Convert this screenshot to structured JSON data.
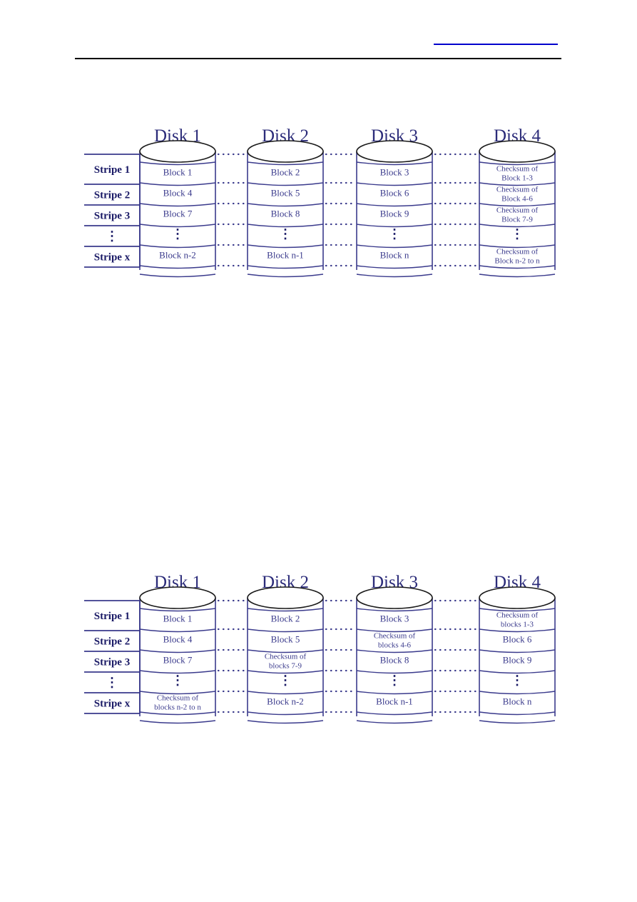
{
  "page": {
    "background": "#ffffff",
    "accent_blue": "#0000cc",
    "diagram_ink": "#3a3a8c",
    "title_ink": "#2c2c7a"
  },
  "header": {
    "link_underline_color": "#0000cc",
    "rule_color": "#000000"
  },
  "figures": [
    {
      "id": "raid4-dedicated-parity",
      "stripe_labels": [
        "Stripe 1",
        "Stripe 2",
        "Stripe 3",
        "⋮",
        "Stripe x"
      ],
      "disks": [
        {
          "title": "Disk 1",
          "blocks": [
            "Block 1",
            "Block 4",
            "Block 7",
            "⋮",
            "Block n-2"
          ]
        },
        {
          "title": "Disk 2",
          "blocks": [
            "Block 2",
            "Block 5",
            "Block 8",
            "⋮",
            "Block n-1"
          ]
        },
        {
          "title": "Disk 3",
          "blocks": [
            "Block 3",
            "Block 6",
            "Block 9",
            "⋮",
            "Block n"
          ]
        },
        {
          "title": "Disk 4",
          "blocks": [
            "Checksum of|Block 1-3",
            "Checksum of|Block 4-6",
            "Checksum of|Block 7-9",
            "⋮",
            "Checksum of|Block n-2 to n"
          ]
        }
      ]
    },
    {
      "id": "raid5-distributed-parity",
      "stripe_labels": [
        "Stripe 1",
        "Stripe 2",
        "Stripe 3",
        "⋮",
        "Stripe x"
      ],
      "disks": [
        {
          "title": "Disk 1",
          "blocks": [
            "Block 1",
            "Block 4",
            "Block 7",
            "⋮",
            "Checksum of|blocks n-2 to n"
          ]
        },
        {
          "title": "Disk 2",
          "blocks": [
            "Block 2",
            "Block 5",
            "Checksum of|blocks 7-9",
            "⋮",
            "Block n-2"
          ]
        },
        {
          "title": "Disk 3",
          "blocks": [
            "Block 3",
            "Checksum of|blocks 4-6",
            "Block 8",
            "⋮",
            "Block n-1"
          ]
        },
        {
          "title": "Disk 4",
          "blocks": [
            "Checksum of|blocks 1-3",
            "Block 6",
            "Block 9",
            "⋮",
            "Block n"
          ]
        }
      ]
    }
  ]
}
